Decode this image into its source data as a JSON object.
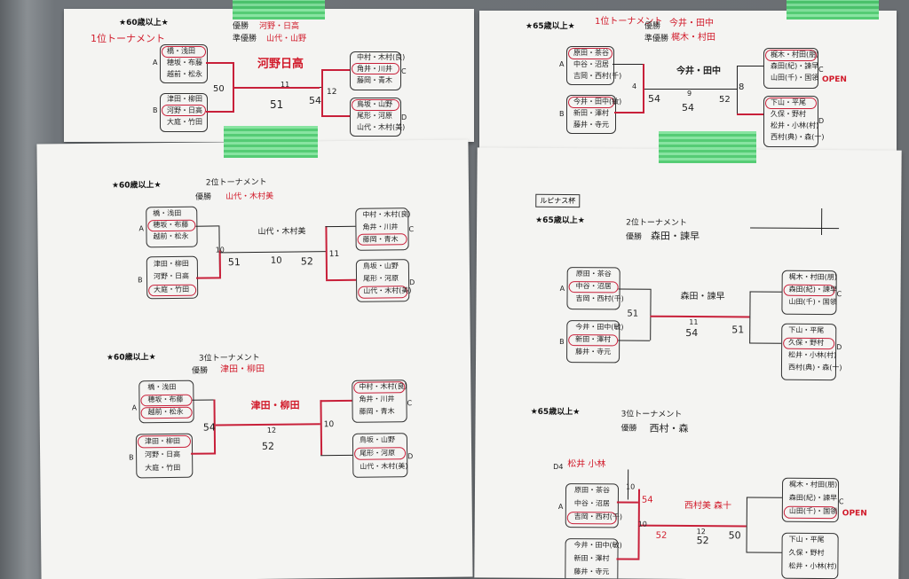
{
  "sheets": {
    "tl": {
      "header": "★60歳以上★",
      "subtitle": "1位トーナメント",
      "win_label": "優勝",
      "win_value": "河野・日高",
      "second_label": "準優勝",
      "second_value": "山代・山野",
      "center_name": "河野日高",
      "scores": [
        "50",
        "51",
        "11",
        "54",
        "12"
      ],
      "teams_a": [
        "橋・浅田",
        "穂坂・布藤",
        "越前・松永"
      ],
      "teams_b": [
        "津田・柳田",
        "河野・日高",
        "大庭・竹田"
      ],
      "teams_c": [
        "中村・木村(良)",
        "角井・川井",
        "藤岡・青木"
      ],
      "teams_d": [
        "鳥坂・山野",
        "尾形・河原",
        "山代・木村(美)"
      ],
      "labels": [
        "A",
        "B",
        "C",
        "D"
      ]
    },
    "ml": {
      "header": "★60歳以上★",
      "subtitle": "2位トーナメント",
      "win_label": "優勝",
      "win_value": "山代・木村美",
      "center_name": "山代・木村美",
      "scores": [
        "10",
        "51",
        "10",
        "52",
        "11"
      ],
      "teams_a": [
        "橋・浅田",
        "穂坂・布藤",
        "越前・松永"
      ],
      "teams_b": [
        "津田・柳田",
        "河野・日高",
        "大庭・竹田"
      ],
      "teams_c": [
        "中村・木村(良)",
        "角井・川井",
        "藤岡・青木"
      ],
      "teams_d": [
        "鳥坂・山野",
        "尾形・河原",
        "山代・木村(美)"
      ],
      "labels": [
        "A",
        "B",
        "C",
        "D"
      ]
    },
    "bl": {
      "header": "★60歳以上★",
      "subtitle": "3位トーナメント",
      "win_label": "優勝",
      "win_value": "津田・柳田",
      "center_name": "津田・柳田",
      "scores": [
        "54",
        "12",
        "52",
        "10"
      ],
      "teams_a": [
        "橋・浅田",
        "穂坂・布藤",
        "越前・松永"
      ],
      "teams_b": [
        "津田・柳田",
        "河野・日高",
        "大庭・竹田"
      ],
      "teams_c": [
        "中村・木村(良)",
        "角井・川井",
        "藤岡・青木"
      ],
      "teams_d": [
        "鳥坂・山野",
        "尾形・河原",
        "山代・木村(美)"
      ],
      "labels": [
        "A",
        "B",
        "C",
        "D"
      ]
    },
    "tr": {
      "header": "★65歳以上★",
      "subtitle": "1位トーナメント",
      "win_label": "優勝",
      "win_value": "今井・田中",
      "second_label": "準優勝",
      "second_value": "梶木・村田",
      "center_name": "今井・田中",
      "scores": [
        "4",
        "54",
        "9",
        "54",
        "52",
        "8"
      ],
      "teams_a": [
        "原田・茶谷",
        "中谷・沼居",
        "吉岡・西村(千)"
      ],
      "teams_b": [
        "今井・田中(敏)",
        "新田・澤村",
        "藤井・寺元"
      ],
      "teams_c": [
        "梶木・村田(朋)",
        "森田(紀)・諫早",
        "山田(千)・国領"
      ],
      "teams_d": [
        "下山・平尾",
        "久保・野村",
        "松井・小林(村)",
        "西村(典)・森(十)"
      ],
      "open": "OPEN",
      "labels": [
        "A",
        "B",
        "C",
        "D"
      ]
    },
    "br": {
      "cup": "ルピナス杯",
      "header": "★65歳以上★",
      "subtitle": "2位トーナメント",
      "win_label": "優勝",
      "win_value": "森田・諫早",
      "center_name": "森田・諫早",
      "scores": [
        "51",
        "11",
        "54",
        "51"
      ],
      "teams_a": [
        "原田・茶谷",
        "中谷・沼居",
        "吉岡・西村(千)"
      ],
      "teams_b": [
        "今井・田中(敏)",
        "新田・澤村",
        "藤井・寺元"
      ],
      "teams_c": [
        "梶木・村田(朋)",
        "森田(紀)・諫早",
        "山田(千)・国領"
      ],
      "teams_d": [
        "下山・平尾",
        "久保・野村",
        "松井・小林(村)",
        "西村(典)・森(十)"
      ],
      "labels": [
        "A",
        "B",
        "C",
        "D"
      ],
      "third_header": "★65歳以上★",
      "third_subtitle": "3位トーナメント",
      "third_win_label": "優勝",
      "third_win_value": "西村・森",
      "third_center": "西村美 森十",
      "third_scores": [
        "10",
        "54",
        "10",
        "52",
        "12",
        "52",
        "50"
      ],
      "third_teams_a": [
        "原田・茶谷",
        "中谷・沼居",
        "吉岡・西村(千)"
      ],
      "third_teams_b": [
        "今井・田中(敏)",
        "新田・澤村",
        "藤井・寺元"
      ],
      "third_teams_c": [
        "梶木・村田(朋)",
        "森田(紀)・諫早",
        "山田(千)・国領"
      ],
      "third_teams_d": [
        "下山・平尾",
        "久保・野村",
        "松井・小林(村)"
      ],
      "d4": "D4",
      "d4_team": "松井 小林",
      "open": "OPEN"
    }
  }
}
